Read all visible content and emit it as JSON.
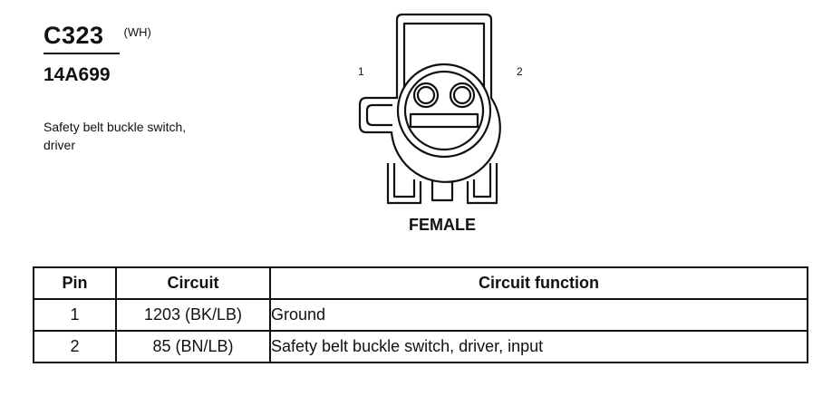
{
  "connector": {
    "id": "C323",
    "color_code": "(WH)",
    "part_number": "14A699",
    "description": "Safety belt buckle switch, driver"
  },
  "diagram": {
    "pin_labels": [
      "1",
      "2"
    ],
    "view_label": "FEMALE"
  },
  "table": {
    "headers": [
      "Pin",
      "Circuit",
      "Circuit function"
    ],
    "rows": [
      {
        "pin": "1",
        "circuit": "1203 (BK/LB)",
        "function": "Ground"
      },
      {
        "pin": "2",
        "circuit": "85 (BN/LB)",
        "function": "Safety belt buckle switch, driver, input"
      }
    ]
  }
}
